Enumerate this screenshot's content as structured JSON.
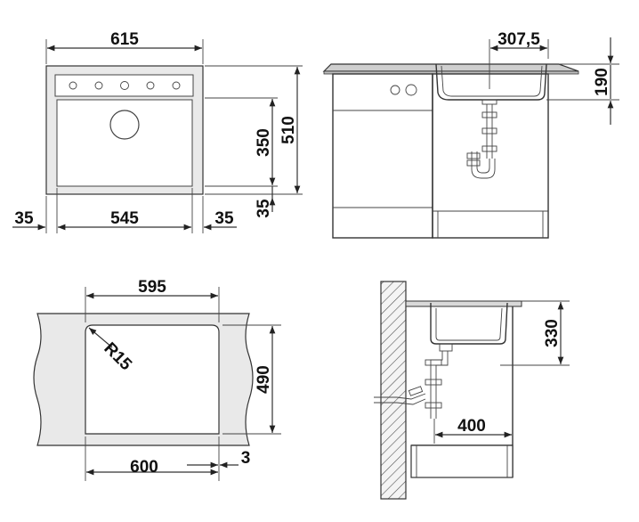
{
  "top_view": {
    "width_total": "615",
    "depth_total": "510",
    "bowl_depth": "350",
    "rim_bottom": "35",
    "rim_left": "35",
    "bowl_width": "545",
    "rim_right": "35"
  },
  "side_view": {
    "drain_offset": "307,5",
    "installed_depth": "190"
  },
  "cutout_view": {
    "cutout_width": "595",
    "corner_radius": "R15",
    "cutout_depth": "490",
    "cabinet_width": "600",
    "gap": "3"
  },
  "section_view": {
    "bowl_depth": "330",
    "wall_distance": "400"
  },
  "arrow_color": "#222222",
  "line_color": "#333333"
}
